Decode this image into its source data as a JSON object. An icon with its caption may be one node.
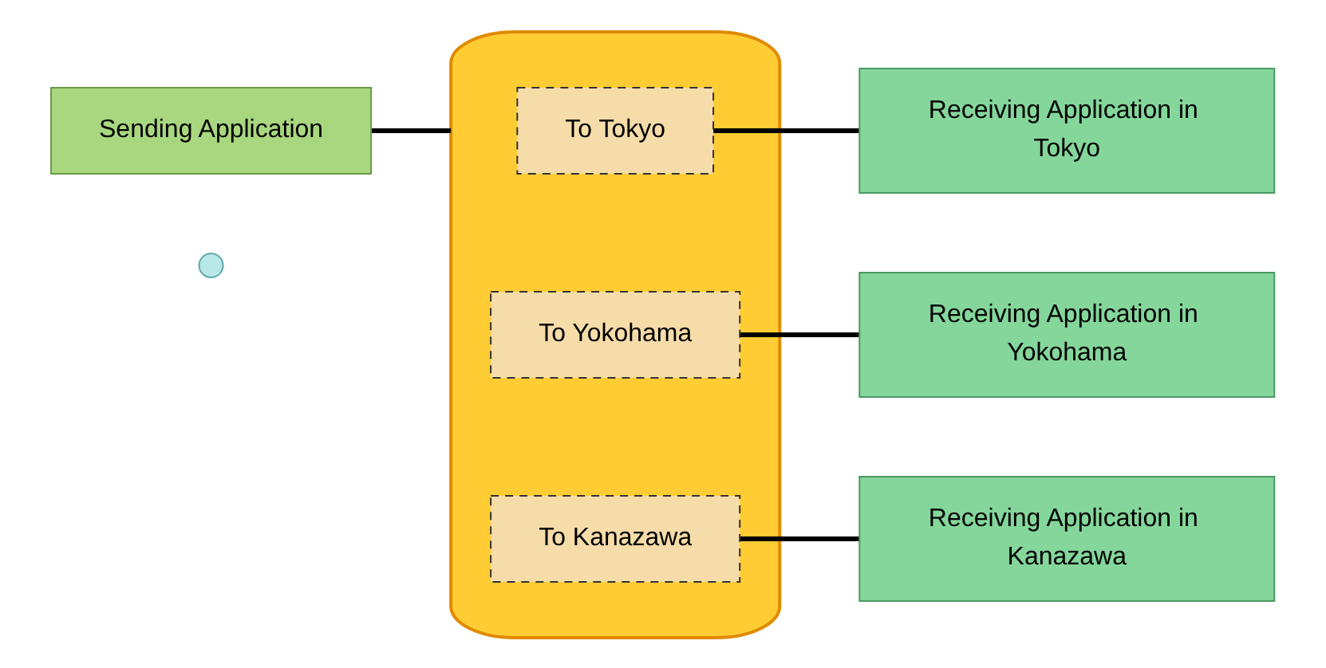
{
  "diagram": {
    "nodes": [
      {
        "text": [
          "Sending Application"
        ]
      },
      {
        "text": [],
        "shape": "cylinder"
      },
      {
        "text": [
          "To Tokyo"
        ],
        "in": 1
      },
      {
        "text": [
          "To Yokohama"
        ],
        "in": 1
      },
      {
        "text": [
          "To Kanazawa"
        ],
        "in": 1
      },
      {
        "text": [],
        "shape": "ellipse"
      },
      {
        "text": [
          "Receiving Application in Tokyo"
        ]
      },
      {
        "text": [
          "Receiving Application in Yokohama"
        ]
      },
      {
        "text": [
          "Receiving Application in Kanazawa"
        ]
      }
    ],
    "edges": [
      {
        "from": 0,
        "to": 1,
        "arrow": "none"
      },
      {
        "from": 2,
        "to": 6,
        "arrow": "none"
      },
      {
        "from": 3,
        "to": 7,
        "arrow": "none"
      },
      {
        "from": 4,
        "to": 8,
        "arrow": "none"
      }
    ]
  }
}
